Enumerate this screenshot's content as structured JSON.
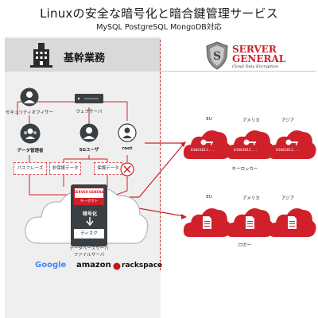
{
  "header": {
    "title": "Linuxの安全な暗号化と暗合鍵管理サービス",
    "subtitle": "MySQL PostgreSQL MongoDB対応"
  },
  "left_panel": {
    "section_label": "基幹業務",
    "security_officer": "セキュリティオフィサー",
    "web_server": "ウェブサーバ",
    "data_admin": "データ管理者",
    "sg_user": "SGユーザ",
    "root_user": "root",
    "passphrase": "パスフレーズ",
    "non_sensitive": "非保護データ",
    "sensitive": "保護データ",
    "agent_brand": "SERVER GENERAL",
    "agent_label": "キーボクト",
    "encrypt_label": "暗号化",
    "disk_label": "ディスク",
    "db_server_line1": "データベースサーバ",
    "db_server_line2": "ファイルサーバ"
  },
  "right_panel": {
    "brand_line1": "SERVER",
    "brand_line2": "GENERAL",
    "brand_tagline": "Cloud Data Encryption",
    "regions": [
      "EU",
      "アメリカ",
      "アジア"
    ],
    "key_bits": "01001011...",
    "keylocker_label": "キーロッカー",
    "logger_label": "ロガー"
  },
  "providers": [
    "Google",
    "amazon",
    "rackspace"
  ],
  "colors": {
    "accent_red": "#d0202a",
    "icon_dark": "#3a3f44",
    "cloud_gray": "#e6e6e6"
  }
}
